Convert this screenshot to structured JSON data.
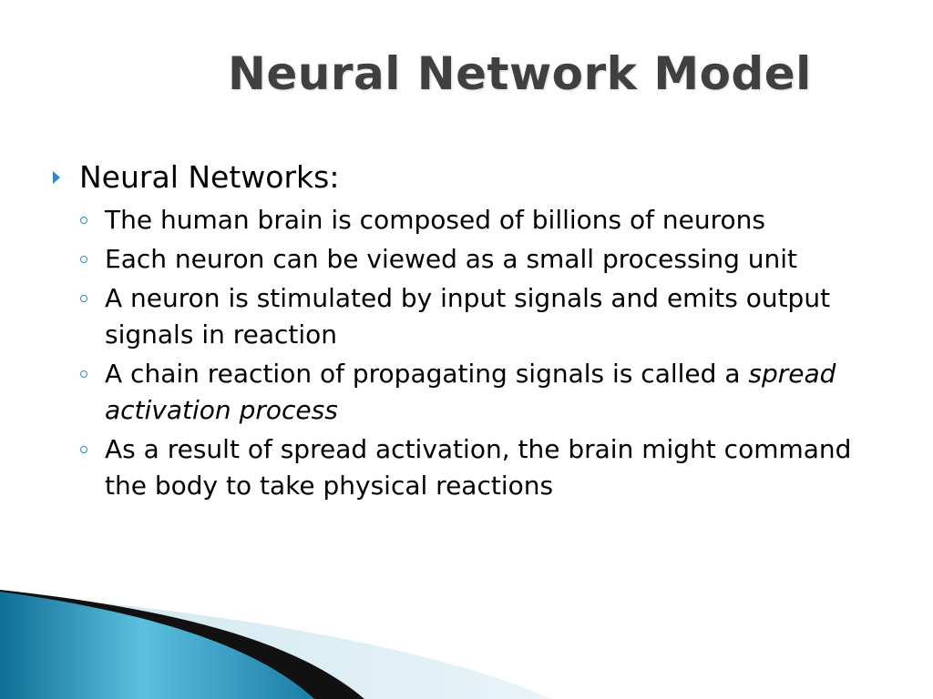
{
  "slide": {
    "title": "Neural Network Model",
    "main_bullet": "Neural Networks:",
    "sub_bullets": [
      "The human brain is composed of billions of neurons",
      "Each neuron can be viewed as a small processing unit",
      "A neuron is stimulated by input signals and emits output signals in reaction",
      "A chain reaction of propagating signals is called a ",
      "As a result of spread activation, the brain might command the body to take physical reactions"
    ],
    "sub_bullet_4_emphasis": "spread activation process"
  },
  "colors": {
    "title": "#404040",
    "bullet_accent": "#2a8cc4",
    "wave_dark": "#0f6f95",
    "wave_light": "#5bc0de",
    "wave_pale": "#d7ebf3"
  },
  "icons": {
    "level1_bullet": "triangle-bullet-icon",
    "level2_bullet": "circle-bullet-icon"
  }
}
